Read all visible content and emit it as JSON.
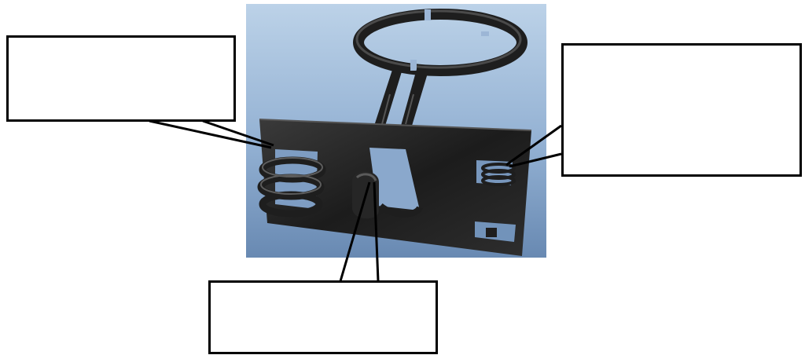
{
  "figure": {
    "parts": [
      "coil-spring",
      "small-coil-spring",
      "torsion-spring-tab",
      "ring-loop",
      "base-plate",
      "square-slot"
    ]
  },
  "labels": [
    {
      "id": "top-left",
      "text": ""
    },
    {
      "id": "right",
      "text": ""
    },
    {
      "id": "bottom",
      "text": ""
    }
  ],
  "colors": {
    "background_top": "#b6cde4",
    "background_bottom": "#6d90b8",
    "part": "#1e1e1e",
    "part_highlight": "#4a4a4a",
    "line": "#000000"
  }
}
